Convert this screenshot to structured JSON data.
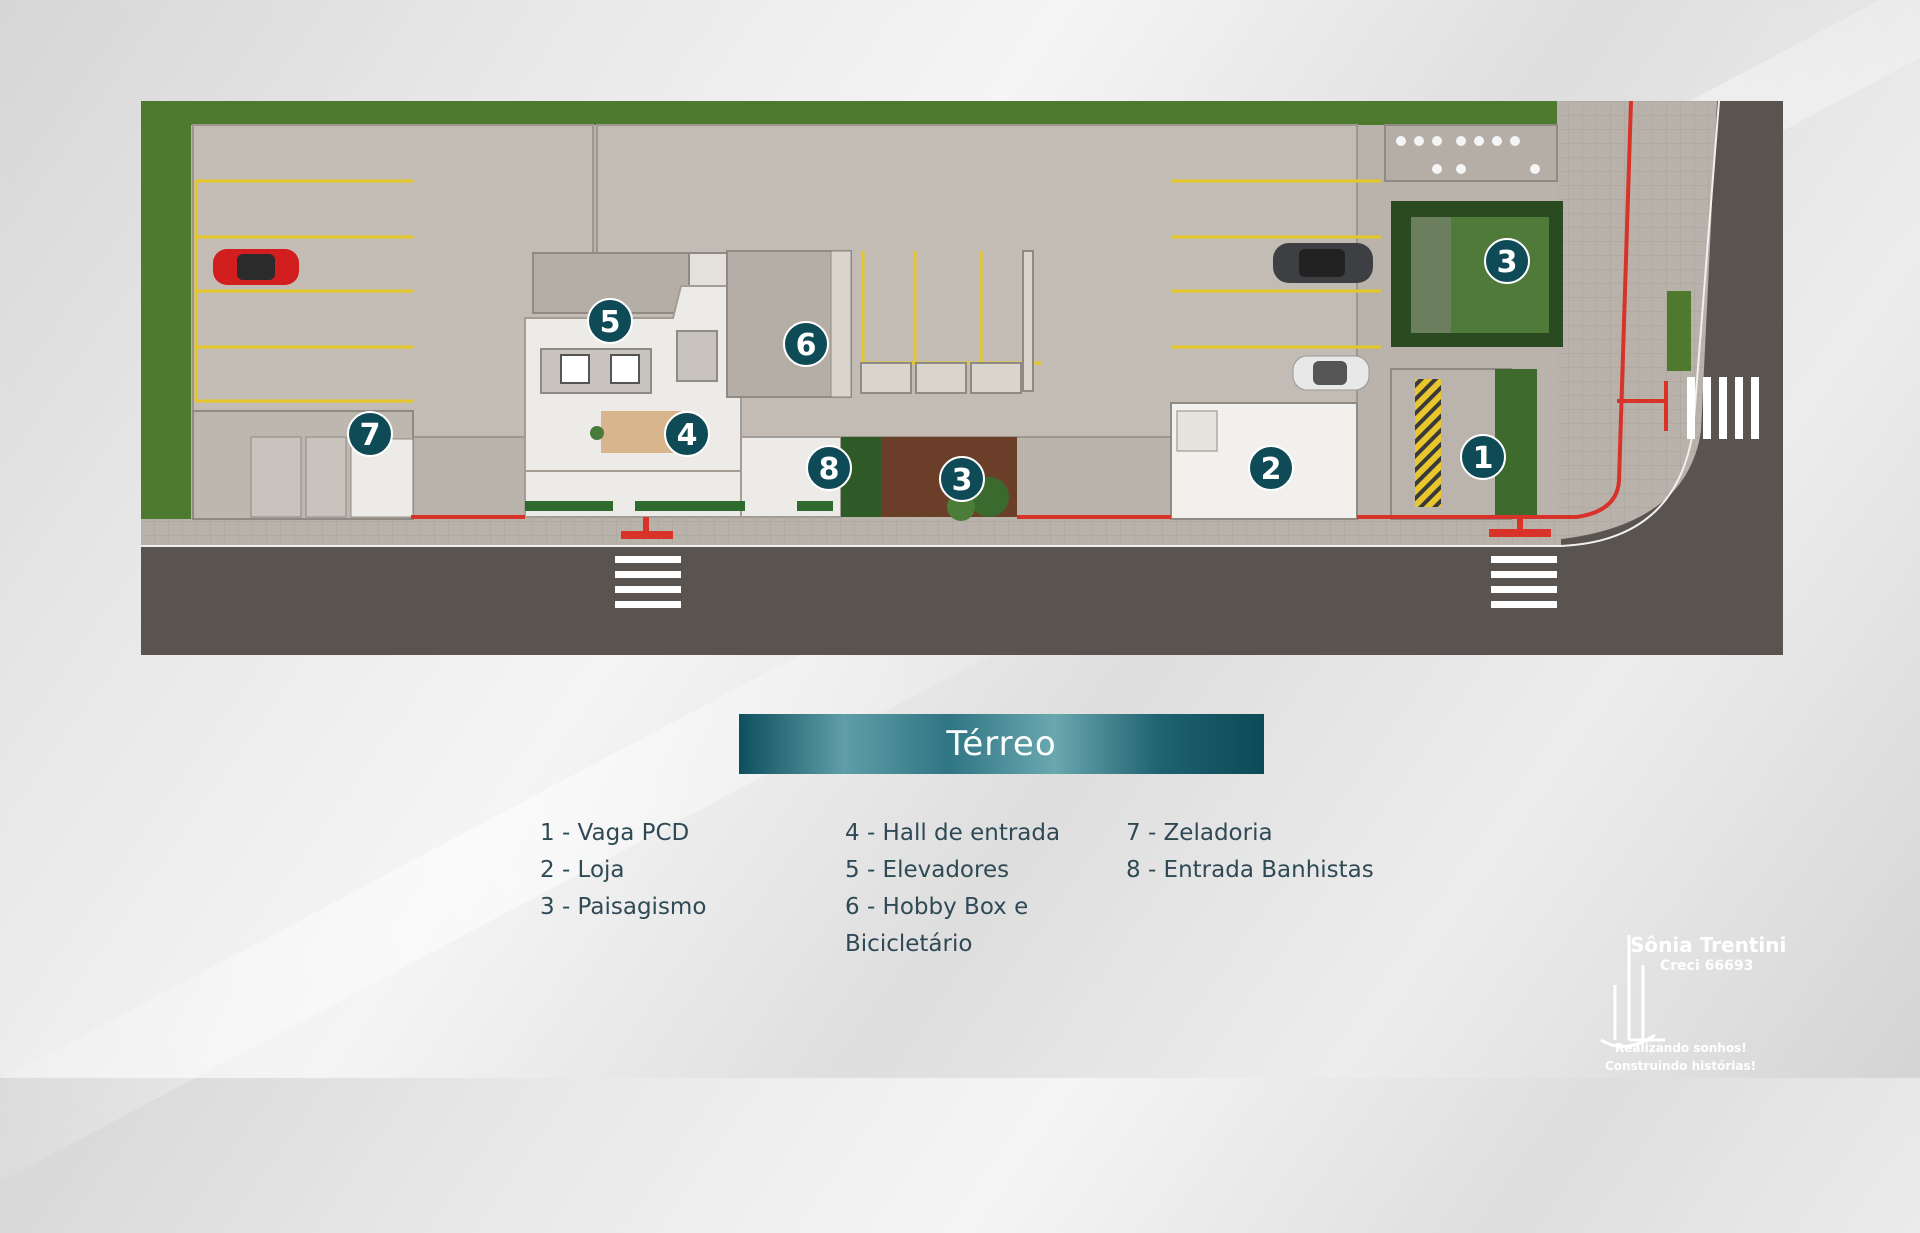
{
  "title": "Térreo",
  "markers": {
    "m1": "1",
    "m2": "2",
    "m3a": "3",
    "m3b": "3",
    "m4": "4",
    "m5": "5",
    "m6": "6",
    "m7": "7",
    "m8": "8"
  },
  "legend": {
    "col1": [
      "1 - Vaga PCD",
      "2 - Loja",
      "3 - Paisagismo"
    ],
    "col2": [
      "4 - Hall de entrada",
      "5 - Elevadores",
      "6 - Hobby Box e Bicicletário"
    ],
    "col3": [
      "7 - Zeladoria",
      "8 - Entrada Banhistas"
    ]
  },
  "brand": {
    "name": "Sônia Trentini",
    "creci": "Creci 66693",
    "tagline1": "Realizando sonhos!",
    "tagline2": "Construindo histórias!"
  },
  "colors": {
    "marker": "#0f4a57",
    "grass": "#4d7a2f",
    "pavement": "#b9b3ab",
    "road": "#5a5450",
    "floor": "#ecebe8",
    "red_line": "#d8322a",
    "parking_line": "#e6c72a"
  }
}
